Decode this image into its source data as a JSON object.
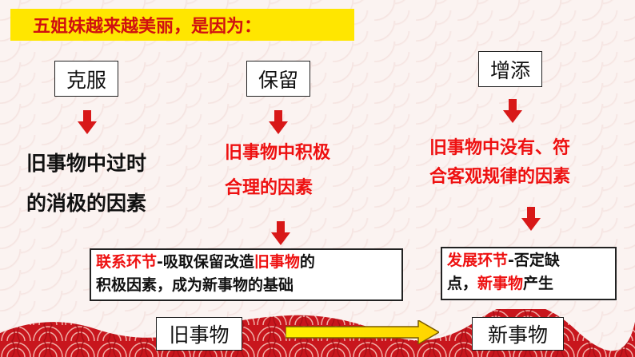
{
  "title": "五姐妹越来越美丽，是因为：",
  "labels": {
    "overcome": "克服",
    "retain": "保留",
    "add": "增添"
  },
  "col1": {
    "line1": "旧事物中过时",
    "line2": "的消极的因素"
  },
  "col2": {
    "line1": "旧事物中积极",
    "line2": "合理的因素"
  },
  "col3": {
    "line1": "旧事物中没有、符",
    "line2": "合客观规律的因素"
  },
  "note_left": {
    "part1": "联系环节",
    "part2": "-吸取保留改造",
    "part3": "旧事物",
    "part4": "的",
    "line2": "积极因素，成为新事物的基础"
  },
  "note_right": {
    "part1": "发展环节",
    "part2": "-否定缺",
    "part3": "点，",
    "part4": "新事物",
    "part5": "产生"
  },
  "bottom": {
    "old": "旧事物",
    "new": "新事物"
  },
  "colors": {
    "accent_red": "#e11111",
    "title_bg": "#ffe600",
    "arrow_red": "#d81818"
  }
}
